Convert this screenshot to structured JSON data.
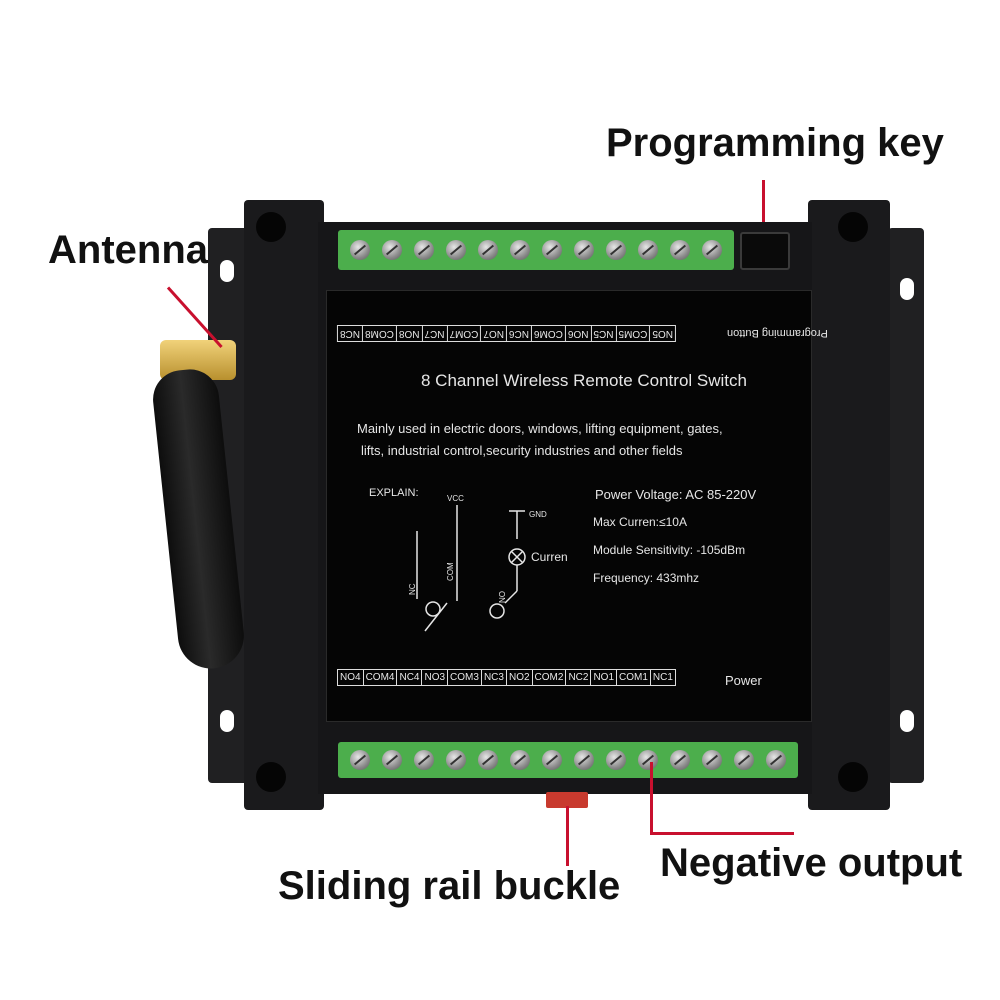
{
  "callouts": {
    "programming_key": "Programming key",
    "antenna": "Antenna",
    "sliding_rail_buckle": "Sliding rail buckle",
    "negative_output": "Negative output"
  },
  "panel": {
    "top_terminals": [
      "NC8",
      "COM8",
      "NO8",
      "NC7",
      "COM7",
      "NO7",
      "NC6",
      "COM6",
      "NO6",
      "NC5",
      "COM5",
      "NO5"
    ],
    "programming_button": "Programming Button",
    "title": "8 Channel Wireless Remote  Control Switch",
    "desc_line1": "Mainly used in electric doors, windows, lifting equipment, gates,",
    "desc_line2": "lifts, industrial control,security industries and other fields",
    "explain": "EXPLAIN:",
    "diagram": {
      "vcc": "VCC",
      "gnd": "GND",
      "com": "COM",
      "nc": "NC",
      "no": "NO",
      "curren": "Curren"
    },
    "specs": {
      "power_voltage": "Power Voltage: AC 85-220V",
      "max_current": "Max Curren:≤10A",
      "module_sensitivity": "Module Sensitivity: -105dBm",
      "frequency": "Frequency: 433mhz"
    },
    "bottom_terminals": [
      "NO4",
      "COM4",
      "NC4",
      "NO3",
      "COM3",
      "NC3",
      "NO2",
      "COM2",
      "NC2",
      "NO1",
      "COM1",
      "NC1"
    ],
    "power": "Power"
  },
  "colors": {
    "leader": "#c8102e",
    "terminal_green": "#4cae4c",
    "body": "#1a1a1c"
  }
}
